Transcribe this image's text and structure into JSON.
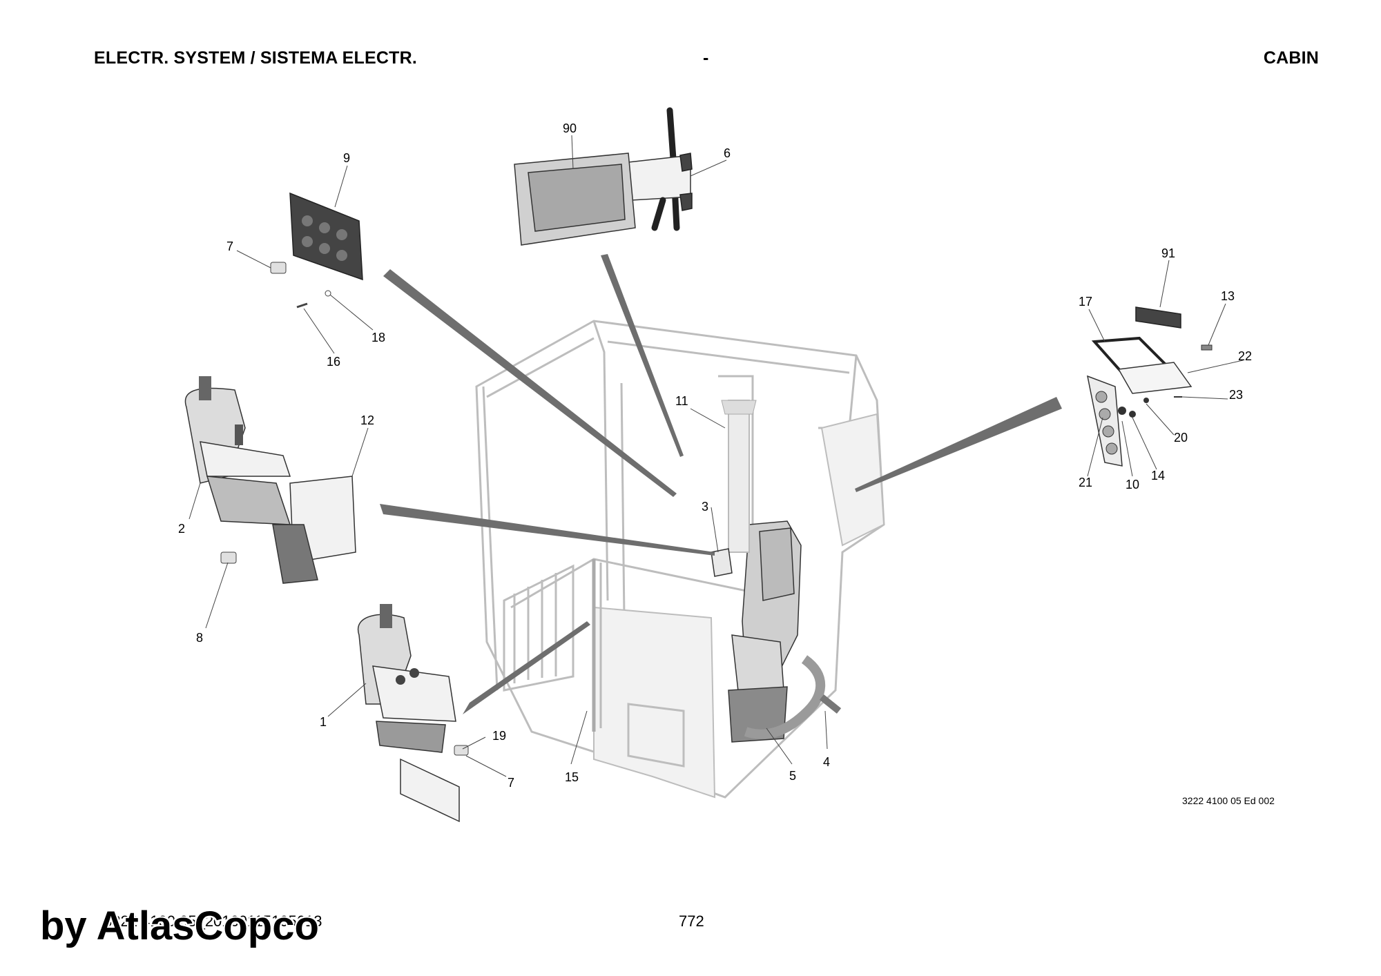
{
  "header": {
    "left_title": "ELECTR. SYSTEM / SISTEMA ELECTR.",
    "middle": "-",
    "right_title": "CABIN"
  },
  "callouts": {
    "c90": "90",
    "c6": "6",
    "c9": "9",
    "c7a": "7",
    "c18": "18",
    "c16": "16",
    "c12": "12",
    "c2": "2",
    "c8": "8",
    "c11": "11",
    "c3": "3",
    "c91": "91",
    "c17": "17",
    "c13": "13",
    "c22": "22",
    "c23": "23",
    "c20": "20",
    "c21": "21",
    "c10": "10",
    "c14": "14",
    "c1": "1",
    "c19": "19",
    "c7b": "7",
    "c15": "15",
    "c5": "5",
    "c4": "4"
  },
  "drawing_code": "3222 4100 05 Ed 002",
  "footer": {
    "document_id": "3222 4100 05_20160115105613",
    "page_number": "772"
  },
  "watermark": "by AtlasCopco"
}
